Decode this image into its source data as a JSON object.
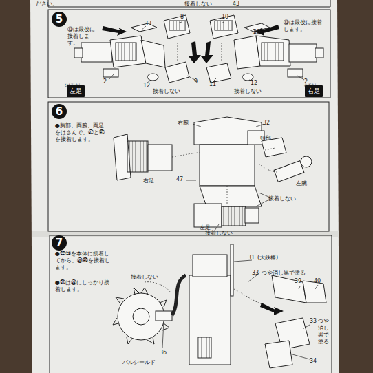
{
  "diagram": {
    "nodes": [
      {
        "text": [
          "5"
        ]
      },
      {
        "text": [
          "左足"
        ]
      },
      {
        "text": [
          "右足"
        ]
      },
      {
        "text": [
          "6"
        ]
      },
      {
        "text": [
          "7"
        ]
      }
    ],
    "labels": [
      "ださい。",
      "接着しない",
      "43",
      "⑬は最後に接着します。",
      "33",
      "8",
      "10",
      "29",
      "⑬は最後に接着します。",
      "2",
      "12",
      "接着しない",
      "9",
      "11",
      "12",
      "接着しない",
      "2",
      "●胸部、両腕、両足をはさんで、㉜と㊼を接着します。",
      "右腕",
      "32",
      "頭部",
      "右足",
      "47",
      "左腕",
      "接着しない",
      "左足",
      "接着しない",
      "●㉒㉓を本体に接着してから、㊴㊵を接着します。",
      "●㉛は㉝にしっかり接着します。",
      "接着しない",
      "31",
      "(大鉄棒)",
      "33",
      "つや消し黒で塗る",
      "39",
      "40",
      "バルシールド",
      "36",
      "33",
      "つや消し黒で塗る",
      "34",
      "ひだりあし",
      "みぎあし"
    ]
  }
}
